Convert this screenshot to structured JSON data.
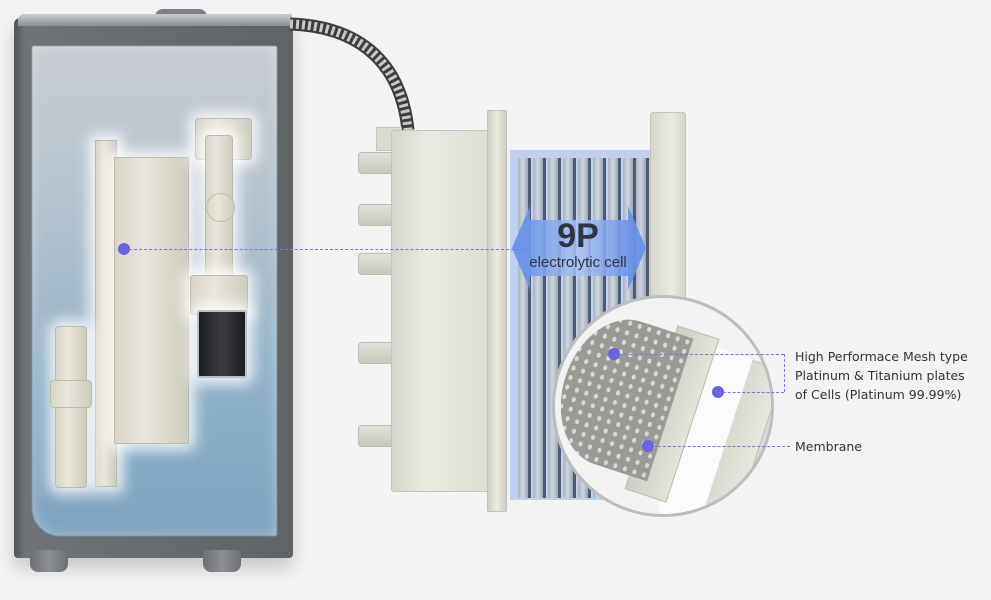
{
  "diagram": {
    "cell": {
      "title": "9P",
      "subtitle": "electrolytic cell",
      "arrow_color": "#6e96eb",
      "highlight_color": "#96b4eb"
    },
    "callouts": [
      {
        "id": "mesh-plates",
        "lines": [
          "High Performace Mesh type",
          "Platinum & Titanium plates",
          "of Cells (Platinum 99.99%)"
        ]
      },
      {
        "id": "membrane",
        "lines": [
          "Membrane"
        ]
      }
    ],
    "colors": {
      "background": "#f3f3f3",
      "callout_dot": "#6a63de",
      "callout_line": "#7b74e4",
      "text": "#333333"
    },
    "components": [
      "water-ionizer-housing",
      "internal-plumbing",
      "solenoid-valve",
      "metal-hose",
      "electrolytic-cell-assembly",
      "magnified-cell-detail"
    ]
  }
}
